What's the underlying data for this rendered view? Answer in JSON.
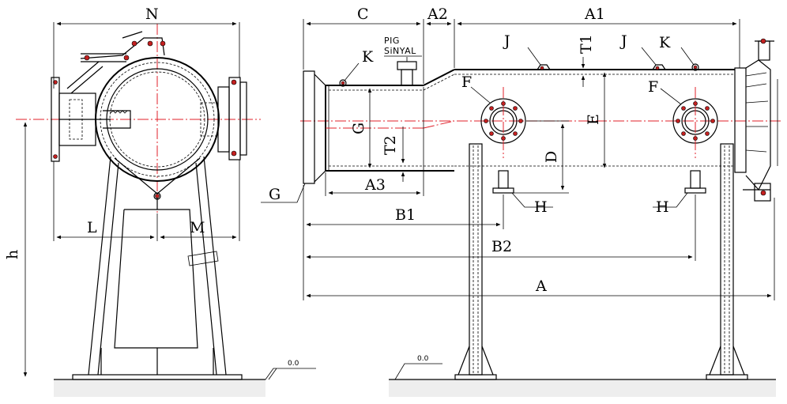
{
  "labels": {
    "N": "N",
    "L": "L",
    "M": "M",
    "h": "h",
    "C": "C",
    "A2": "A2",
    "A1": "A1",
    "A": "A",
    "A3": "A3",
    "B1": "B1",
    "B2": "B2",
    "D": "D",
    "E": "E",
    "G": "G",
    "T1": "T1",
    "T2": "T2",
    "F": "F",
    "J": "J",
    "K": "K",
    "H": "H"
  },
  "pig_signal": {
    "line1": "PIG",
    "line2": "SiNYAL"
  },
  "elevation": {
    "left": "0.0",
    "right": "0.0"
  },
  "colors": {
    "centerline": "#e0202a",
    "bolt": "#c42020",
    "line": "#000000"
  }
}
